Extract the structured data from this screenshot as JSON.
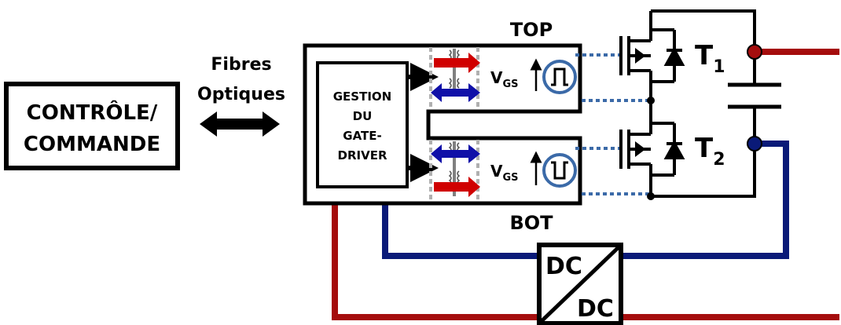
{
  "blocks": {
    "control_line1": "CONTRÔLE/",
    "control_line2": "COMMANDE",
    "fibers_line1": "Fibres",
    "fibers_line2": "Optiques",
    "gate_driver_line1": "GESTION",
    "gate_driver_line2": "DU",
    "gate_driver_line3": "GATE-",
    "gate_driver_line4": "DRIVER",
    "top_label": "TOP",
    "bot_label": "BOT",
    "vgs_main": "V",
    "vgs_sub": "GS",
    "t1_main": "T",
    "t1_sub": "1",
    "t2_main": "T",
    "t2_sub": "2",
    "dcdc_in": "DC",
    "dcdc_out": "DC"
  },
  "colors": {
    "red": "#a50d0d",
    "blue": "#0a1a78",
    "signal_red": "#d00000",
    "signal_blue": "#1010a8",
    "vgs_circle": "#3b6aa8",
    "dotted": "#3b6aa8",
    "isolation_gray": "#b0b0b0"
  }
}
